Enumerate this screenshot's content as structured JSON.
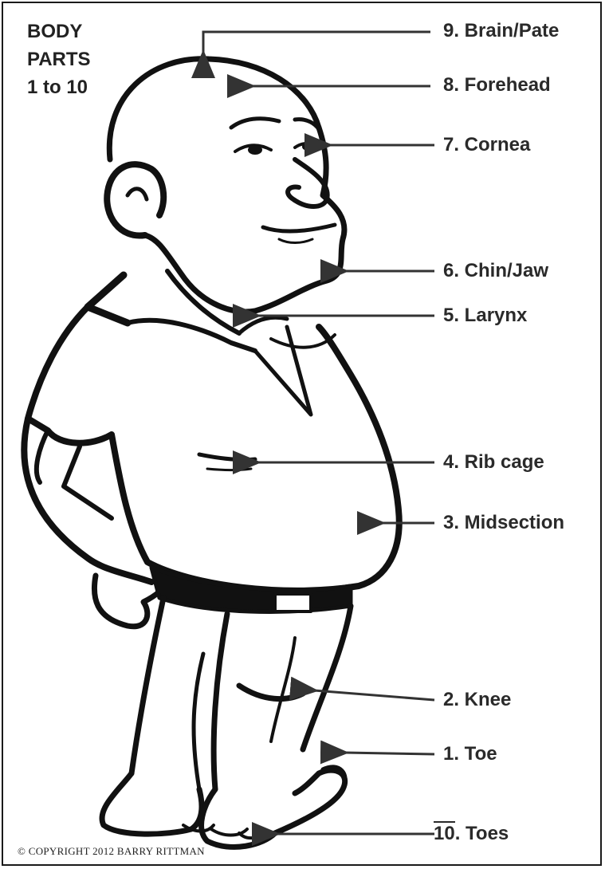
{
  "title": "BODY\nPARTS\n1 to 10",
  "labels": {
    "brain": "9. Brain/Pate",
    "forehead": "8. Forehead",
    "cornea": "7. Cornea",
    "chin": "6. Chin/Jaw",
    "larynx": "5. Larynx",
    "ribcage": "4. Rib cage",
    "midsection": "3. Midsection",
    "knee": "2. Knee",
    "toe": "1. Toe",
    "toes_num": "10",
    "toes_text": ". Toes"
  },
  "copyright": "© COPYRIGHT 2012 BARRY RITTMAN"
}
